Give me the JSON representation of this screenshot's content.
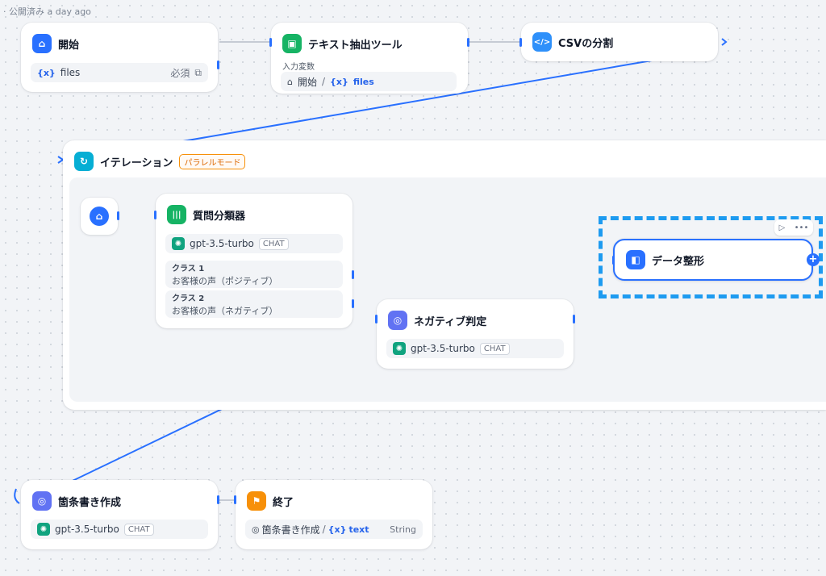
{
  "status_text": "· 公開済み a day ago",
  "nodes": {
    "start": {
      "title": "開始",
      "var_icon": "{x}",
      "var_name": "files",
      "required_label": "必須"
    },
    "text_extract": {
      "title": "テキスト抽出ツール",
      "input_label": "入力変数",
      "source": "開始",
      "sep": "/",
      "var_icon": "{x}",
      "var_name": "files"
    },
    "csv_split": {
      "title": "CSVの分割"
    },
    "iteration": {
      "title": "イテレーション",
      "badge": "パラレルモード"
    },
    "classifier": {
      "title": "質問分類器",
      "model": "gpt-3.5-turbo",
      "model_tag": "CHAT",
      "classes": [
        {
          "label": "クラス 1",
          "value": "お客様の声（ポジティブ）"
        },
        {
          "label": "クラス 2",
          "value": "お客様の声（ネガティブ）"
        }
      ]
    },
    "negative": {
      "title": "ネガティブ判定",
      "model": "gpt-3.5-turbo",
      "model_tag": "CHAT"
    },
    "data_format": {
      "title": "データ整形"
    },
    "bullet": {
      "title": "箇条書き作成",
      "model": "gpt-3.5-turbo",
      "model_tag": "CHAT"
    },
    "end": {
      "title": "終了",
      "source": "箇条書き作成",
      "sep": "/",
      "var_icon": "{x}",
      "var_name": "text",
      "type": "String"
    }
  },
  "icons": {
    "start": "home-icon",
    "text_extract": "tool-icon",
    "csv_split": "code-icon",
    "iteration": "loop-icon",
    "classifier": "classifier-icon",
    "llm": "llm-icon",
    "data_format": "format-icon",
    "end": "flag-icon",
    "model": "openai-icon"
  },
  "colors": {
    "accent": "#2970ff",
    "selection": "#1e9bf0",
    "start_icon": "#2970ff",
    "tool_icon": "#16b364",
    "code_icon": "#2e90fa",
    "iteration_icon": "#06aed4",
    "classifier_icon": "#16b364",
    "llm_icon": "#6172f3",
    "end_icon": "#f79009",
    "badge_orange": "#f79009"
  }
}
